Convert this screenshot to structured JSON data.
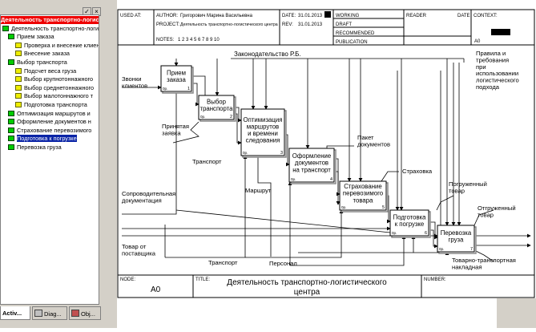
{
  "tree": {
    "items": [
      {
        "label": "Деятельность транспортно-логистического центра",
        "level": 0,
        "icon": "none",
        "style": "root"
      },
      {
        "label": "Деятельность транспортно-логистического центра",
        "level": 0,
        "icon": "green",
        "style": "normal"
      },
      {
        "label": "Прием заказа",
        "level": 1,
        "icon": "green",
        "style": "normal"
      },
      {
        "label": "Проверка и внесение клиента",
        "level": 2,
        "icon": "yellow",
        "style": "normal"
      },
      {
        "label": "Внесение заказа",
        "level": 2,
        "icon": "yellow",
        "style": "normal"
      },
      {
        "label": "Выбор транспорта",
        "level": 1,
        "icon": "green",
        "style": "normal"
      },
      {
        "label": "Подсчет веса груза",
        "level": 2,
        "icon": "yellow",
        "style": "normal"
      },
      {
        "label": "Выбор крупнотоннажного",
        "level": 2,
        "icon": "yellow",
        "style": "normal"
      },
      {
        "label": "Выбор среднетоннажного",
        "level": 2,
        "icon": "yellow",
        "style": "normal"
      },
      {
        "label": "Выбор малотоннажного т",
        "level": 2,
        "icon": "yellow",
        "style": "normal"
      },
      {
        "label": "Подготовка транспорта",
        "level": 2,
        "icon": "yellow",
        "style": "normal"
      },
      {
        "label": "Оптимизация маршрутов и",
        "level": 1,
        "icon": "green",
        "style": "normal"
      },
      {
        "label": "Оформление документов н",
        "level": 1,
        "icon": "green",
        "style": "normal"
      },
      {
        "label": "Страхование перевозимого",
        "level": 1,
        "icon": "green",
        "style": "normal"
      },
      {
        "label": "Подготовка к погрузке",
        "level": 1,
        "icon": "green",
        "style": "selected"
      },
      {
        "label": "Перевозка груза",
        "level": 1,
        "icon": "green",
        "style": "normal"
      }
    ],
    "pin_label": "✓",
    "close_label": "×"
  },
  "tabs": [
    {
      "label": "Activ...",
      "active": true
    },
    {
      "label": "Diag...",
      "active": false
    },
    {
      "label": "Obj...",
      "active": false
    }
  ],
  "header": {
    "used_at": "USED AT:",
    "author_label": "AUTHOR:",
    "author": "Григорович Марина Васильевна",
    "project_label": "PROJECT:",
    "project": "Деятельность транспортно-логистического центра",
    "notes_label": "NOTES:",
    "notes": "1 2 3 4 5 6 7 8 9 10",
    "date_label": "DATE:",
    "date": "31.01.2013",
    "rev_label": "REV:",
    "rev": "31.01.2013",
    "status": [
      "WORKING",
      "DRAFT",
      "RECOMMENDED",
      "PUBLICATION"
    ],
    "reader": "READER",
    "date2": "DATE",
    "context": "CONTEXT:",
    "context_node": "A0"
  },
  "boxes": [
    {
      "title": [
        "Прием",
        "заказа"
      ],
      "num": "1",
      "cost": "0р."
    },
    {
      "title": [
        "Выбор",
        "транспорта"
      ],
      "num": "2",
      "cost": "0р."
    },
    {
      "title": [
        "Оптимизация",
        "маршрутов",
        "и времени",
        "следования"
      ],
      "num": "3",
      "cost": "0р."
    },
    {
      "title": [
        "Оформление",
        "документов",
        "на транспорт"
      ],
      "num": "4",
      "cost": "0р."
    },
    {
      "title": [
        "Страхование",
        "перевозимого",
        "товара"
      ],
      "num": "5",
      "cost": "0р."
    },
    {
      "title": [
        "Подготовка",
        "к погрузке"
      ],
      "num": "6",
      "cost": "0р."
    },
    {
      "title": [
        "Перевозка",
        "груза"
      ],
      "num": "7",
      "cost": "0р."
    }
  ],
  "arrows": {
    "law": "Законодательство Р.Б.",
    "rules": [
      "Правила и",
      "требования",
      "при",
      "использовании",
      "логистического",
      "подхода"
    ],
    "calls": [
      "Звонки",
      "клиентов"
    ],
    "accepted": [
      "Принятая",
      "заявка"
    ],
    "transport1": "Транспорт",
    "route": "Маршрут",
    "package": [
      "Пакет",
      "документов"
    ],
    "insurance": "Страховка",
    "loaded": [
      "Погруженный",
      "товар"
    ],
    "shipped": [
      "Отгруженный",
      "товар"
    ],
    "accompanying": [
      "Сопроводительная",
      "документация"
    ],
    "goods": [
      "Товар от",
      "поставщика"
    ],
    "transport2": "Транспорт",
    "personnel": "Персонал",
    "waybill": [
      "Товарно-транспортная",
      "накладная"
    ]
  },
  "footer": {
    "node_label": "NODE:",
    "node": "A0",
    "title_label": "TITLE:",
    "title": [
      "Деятельность  транспортно-логистического",
      "центра"
    ],
    "number_label": "NUMBER:"
  }
}
